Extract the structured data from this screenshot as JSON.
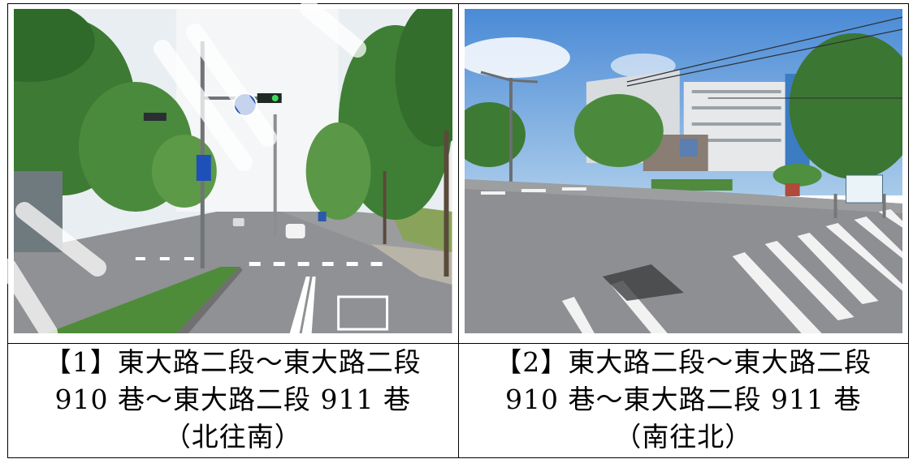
{
  "photos": [
    {
      "caption": {
        "line1": "【1】東大路二段～東大路二段",
        "line2": "910 巷～東大路二段 911 巷",
        "line3": "（北往南）"
      }
    },
    {
      "caption": {
        "line1": "【2】東大路二段～東大路二段",
        "line2": "910 巷～東大路二段 911 巷",
        "line3": "（南往北）"
      }
    }
  ],
  "colors": {
    "sky": "#cfe3f0",
    "sky_blue": "#4f8fd6",
    "asphalt": "#8a8c8f",
    "tree": "#3f7a35",
    "sign_blue": "#1f4fb8"
  }
}
